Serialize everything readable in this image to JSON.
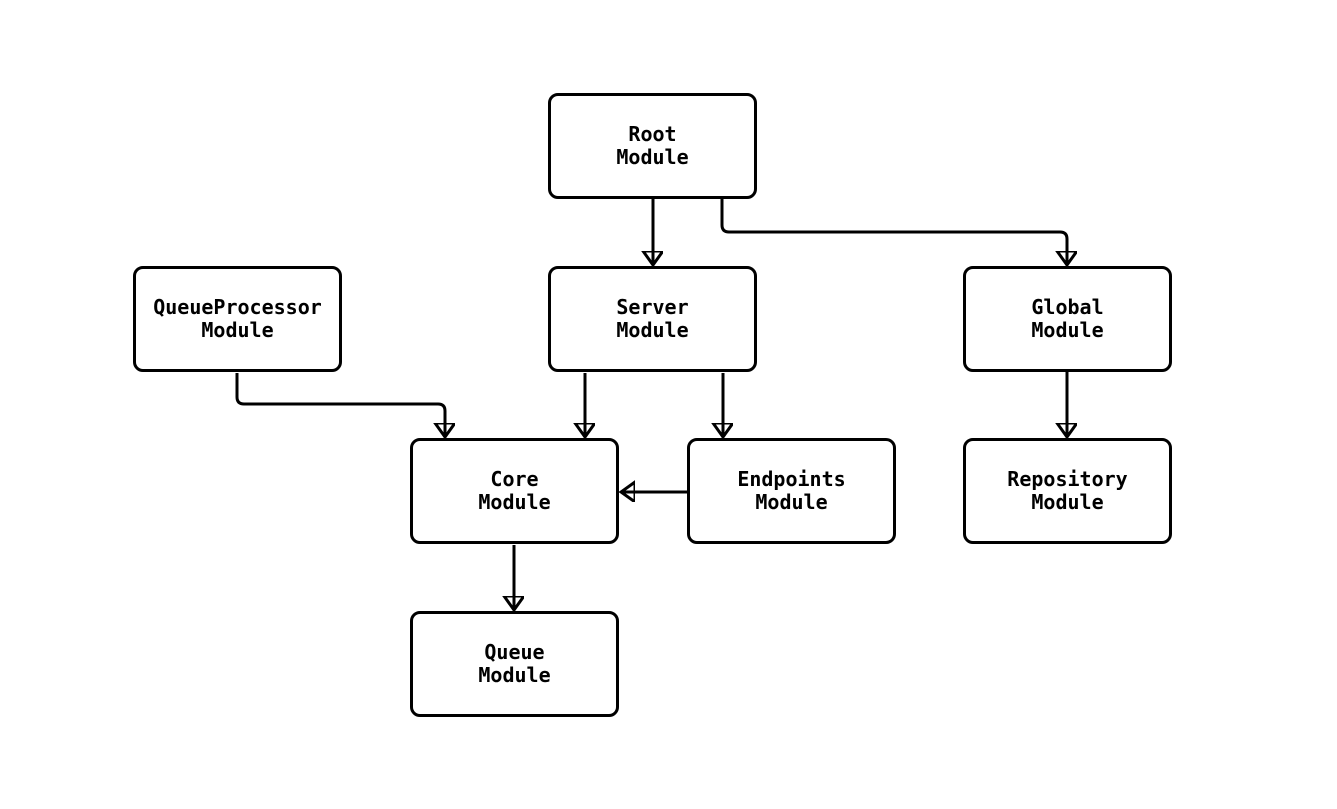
{
  "diagram": {
    "background_color": "#ffffff",
    "stroke_color": "#000000",
    "text_color": "#000000",
    "nodes": {
      "root": {
        "label": "Root\nModule"
      },
      "queueprocessor": {
        "label": "QueueProcessor\nModule"
      },
      "server": {
        "label": "Server\nModule"
      },
      "global": {
        "label": "Global\nModule"
      },
      "core": {
        "label": "Core\nModule"
      },
      "endpoints": {
        "label": "Endpoints\nModule"
      },
      "repository": {
        "label": "Repository\nModule"
      },
      "queue": {
        "label": "Queue\nModule"
      }
    },
    "edges": [
      {
        "from": "Root Module",
        "to": "Server Module"
      },
      {
        "from": "Root Module",
        "to": "Global Module"
      },
      {
        "from": "QueueProcessor Module",
        "to": "Core Module"
      },
      {
        "from": "Server Module",
        "to": "Core Module"
      },
      {
        "from": "Server Module",
        "to": "Endpoints Module"
      },
      {
        "from": "Endpoints Module",
        "to": "Core Module"
      },
      {
        "from": "Global Module",
        "to": "Repository Module"
      },
      {
        "from": "Core Module",
        "to": "Queue Module"
      }
    ]
  }
}
